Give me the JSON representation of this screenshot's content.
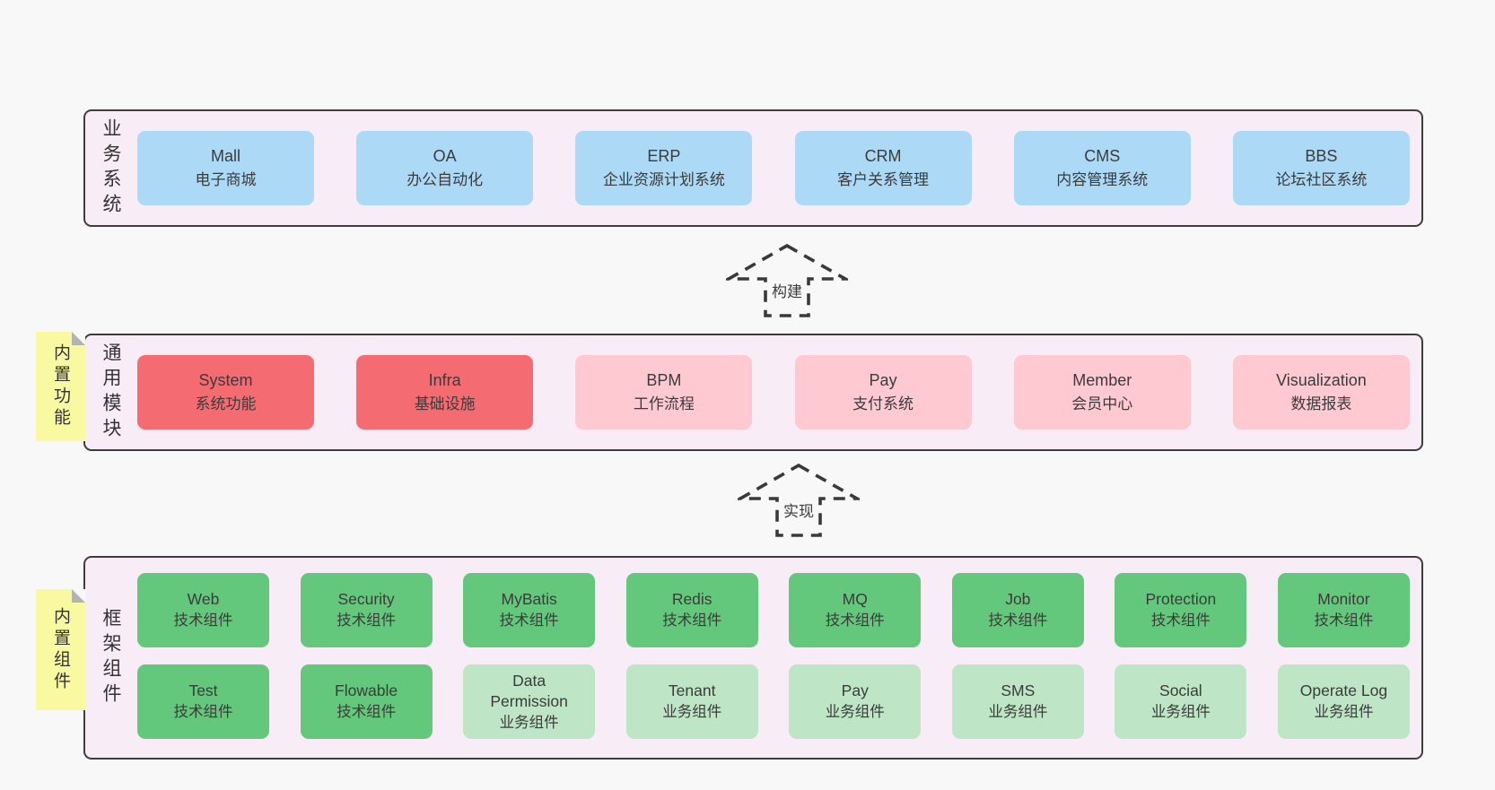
{
  "colors": {
    "page_bg": "#f8f8f8",
    "section_bg": "#f8edf6",
    "section_border": "#3d3d3d",
    "card_blue": "#abd9f6",
    "card_red": "#f56b72",
    "card_pink": "#ffc9d2",
    "card_green": "#63c87b",
    "card_light_green": "#bee5c6",
    "sticky_yellow": "#f9f9a1",
    "sticky_fold_gray": "#b3b3b3",
    "text": "#3b3b3b",
    "arrow_dash": "#3a3a3a"
  },
  "arrows": {
    "build": "构建",
    "implement": "实现"
  },
  "business": {
    "label": "业务系统",
    "items": [
      {
        "name": "Mall",
        "desc": "电子商城",
        "color": "blue"
      },
      {
        "name": "OA",
        "desc": "办公自动化",
        "color": "blue"
      },
      {
        "name": "ERP",
        "desc": "企业资源计划系统",
        "color": "blue"
      },
      {
        "name": "CRM",
        "desc": "客户关系管理",
        "color": "blue"
      },
      {
        "name": "CMS",
        "desc": "内容管理系统",
        "color": "blue"
      },
      {
        "name": "BBS",
        "desc": "论坛社区系统",
        "color": "blue"
      }
    ]
  },
  "modules": {
    "label": "通用模块",
    "sticky": "内置功能",
    "items": [
      {
        "name": "System",
        "desc": "系统功能",
        "color": "red"
      },
      {
        "name": "Infra",
        "desc": "基础设施",
        "color": "red"
      },
      {
        "name": "BPM",
        "desc": "工作流程",
        "color": "pink"
      },
      {
        "name": "Pay",
        "desc": "支付系统",
        "color": "pink"
      },
      {
        "name": "Member",
        "desc": "会员中心",
        "color": "pink"
      },
      {
        "name": "Visualization",
        "desc": "数据报表",
        "color": "pink"
      }
    ]
  },
  "framework": {
    "label": "框架组件",
    "sticky": "内置组件",
    "row1": [
      {
        "name": "Web",
        "desc": "技术组件",
        "color": "green"
      },
      {
        "name": "Security",
        "desc": "技术组件",
        "color": "green"
      },
      {
        "name": "MyBatis",
        "desc": "技术组件",
        "color": "green"
      },
      {
        "name": "Redis",
        "desc": "技术组件",
        "color": "green"
      },
      {
        "name": "MQ",
        "desc": "技术组件",
        "color": "green"
      },
      {
        "name": "Job",
        "desc": "技术组件",
        "color": "green"
      },
      {
        "name": "Protection",
        "desc": "技术组件",
        "color": "green"
      },
      {
        "name": "Monitor",
        "desc": "技术组件",
        "color": "green"
      }
    ],
    "row2": [
      {
        "name": "Test",
        "desc": "技术组件",
        "color": "green"
      },
      {
        "name": "Flowable",
        "desc": "技术组件",
        "color": "green"
      },
      {
        "name": "Data Permission",
        "desc": "业务组件",
        "color": "lightgreen"
      },
      {
        "name": "Tenant",
        "desc": "业务组件",
        "color": "lightgreen"
      },
      {
        "name": "Pay",
        "desc": "业务组件",
        "color": "lightgreen"
      },
      {
        "name": "SMS",
        "desc": "业务组件",
        "color": "lightgreen"
      },
      {
        "name": "Social",
        "desc": "业务组件",
        "color": "lightgreen"
      },
      {
        "name": "Operate Log",
        "desc": "业务组件",
        "color": "lightgreen"
      }
    ]
  }
}
